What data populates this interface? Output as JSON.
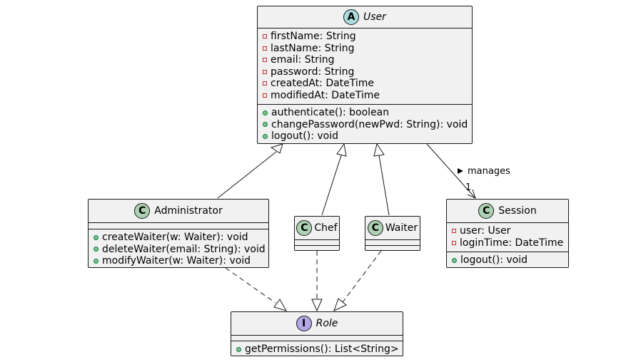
{
  "classes": {
    "user": {
      "stereotype": "A",
      "name": "User",
      "attributes": [
        "firstName: String",
        "lastName: String",
        "email: String",
        "password: String",
        "createdAt: DateTime",
        "modifiedAt: DateTime"
      ],
      "methods": [
        "authenticate(): boolean",
        "changePassword(newPwd: String): void",
        "logout(): void"
      ]
    },
    "administrator": {
      "stereotype": "C",
      "name": "Administrator",
      "methods": [
        "createWaiter(w: Waiter): void",
        "deleteWaiter(email: String): void",
        "modifyWaiter(w: Waiter): void"
      ]
    },
    "chef": {
      "stereotype": "C",
      "name": "Chef"
    },
    "waiter": {
      "stereotype": "C",
      "name": "Waiter"
    },
    "session": {
      "stereotype": "C",
      "name": "Session",
      "attributes": [
        "user: User",
        "loginTime: DateTime"
      ],
      "methods": [
        "logout(): void"
      ]
    },
    "role": {
      "stereotype": "I",
      "name": "Role",
      "methods": [
        "getPermissions(): List<String>"
      ]
    }
  },
  "relations": {
    "manages_label": "manages",
    "manages_arrow": ">",
    "manages_multiplicity": "1"
  },
  "colors": {
    "box_fill": "#f1f1f1",
    "border": "#181818",
    "class_badge": "#add1b2",
    "abstract_badge": "#a9dcdf",
    "interface_badge": "#b4a7e5",
    "private_marker": "#c82930",
    "public_marker": "#84be84"
  }
}
